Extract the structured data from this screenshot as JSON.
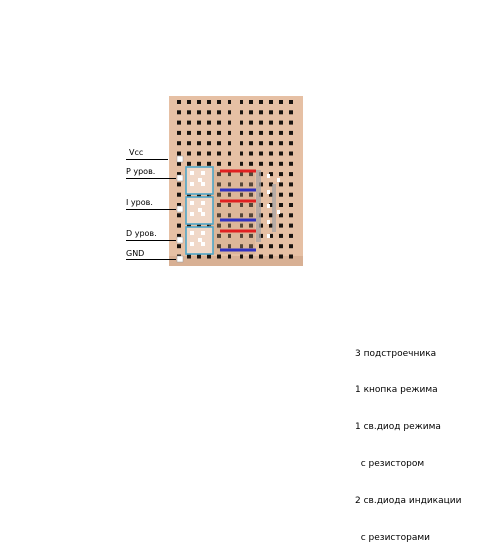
{
  "pins": [
    {
      "label": "Vcc"
    },
    {
      "label": "P уров."
    },
    {
      "label": "I уров."
    },
    {
      "label": "D уров."
    },
    {
      "label": "GND"
    }
  ],
  "parts_list": [
    "3 подстроечника",
    "1 кнопка режима",
    "1 св.диод режима",
    "  с резистором",
    "2 св.диода индикации",
    "  с резисторами"
  ],
  "colors": {
    "board": "#e6c0a4",
    "hole": "#1a1410",
    "trimmer_outline": "#4fa6c8",
    "wire_red": "#e02020",
    "wire_blue": "#3030c0",
    "component_gray": "#a8a4a4"
  }
}
